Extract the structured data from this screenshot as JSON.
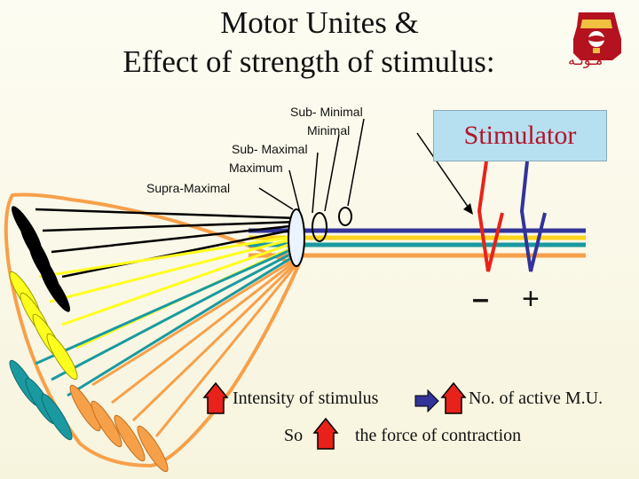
{
  "title": {
    "line1": "Motor Unites &",
    "line2": "Effect of strength of stimulus:"
  },
  "labels": {
    "sub_minimal": "Sub- Minimal",
    "minimal": "Minimal",
    "sub_maximal": "Sub- Maximal",
    "maximum": "Maximum",
    "supra_maximal": "Supra-Maximal"
  },
  "stimulator": {
    "label": "Stimulator",
    "negative": "–",
    "positive": "+"
  },
  "bottom": {
    "intensity": "Intensity of stimulus",
    "active_mu": "No. of active M.U.",
    "so": "So",
    "force": "the force of contraction"
  },
  "logo": {
    "text": "مـؤتـه"
  },
  "colors": {
    "orange": "#f7a04a",
    "teal": "#1a9aa0",
    "yellow": "#ffff1e",
    "black": "#000000",
    "red": "#e8221a",
    "blue": "#33339a",
    "stim_box": "#b6dff0",
    "stim_text": "#b2142a",
    "title": "#111111"
  }
}
